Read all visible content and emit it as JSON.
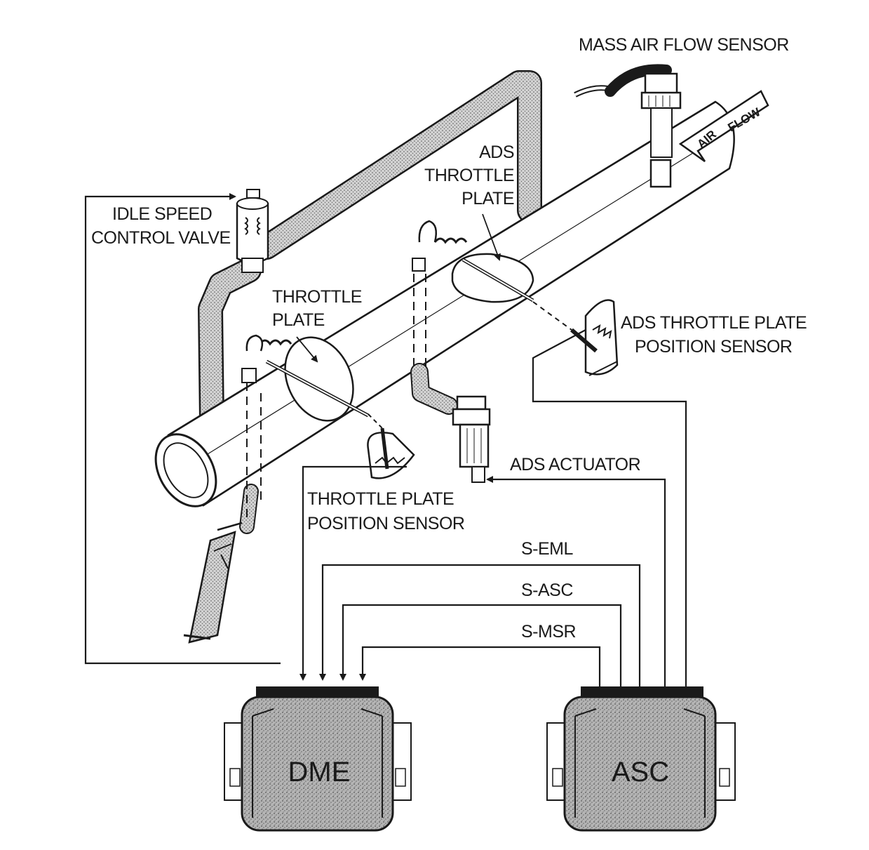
{
  "labels": {
    "mass_air_flow_sensor": "MASS AIR FLOW SENSOR",
    "ads_throttle_plate": [
      "ADS",
      "THROTTLE",
      "PLATE"
    ],
    "idle_speed_control_valve": [
      "IDLE SPEED",
      "CONTROL VALVE"
    ],
    "throttle_plate": [
      "THROTTLE",
      "PLATE"
    ],
    "ads_throttle_plate_position_sensor": [
      "ADS THROTTLE PLATE",
      "POSITION SENSOR"
    ],
    "ads_actuator": "ADS ACTUATOR",
    "throttle_plate_position_sensor": [
      "THROTTLE PLATE",
      "POSITION SENSOR"
    ],
    "air": "AIR",
    "flow": "FLOW"
  },
  "signals": {
    "s_eml": "S-EML",
    "s_asc": "S-ASC",
    "s_msr": "S-MSR"
  },
  "modules": {
    "dme": "DME",
    "asc": "ASC"
  },
  "colors": {
    "ink": "#1a1a1a",
    "module_fill": "#a9a9a9",
    "hose_fill": "#bdbdbd",
    "pipe_fill": "#ffffff"
  }
}
